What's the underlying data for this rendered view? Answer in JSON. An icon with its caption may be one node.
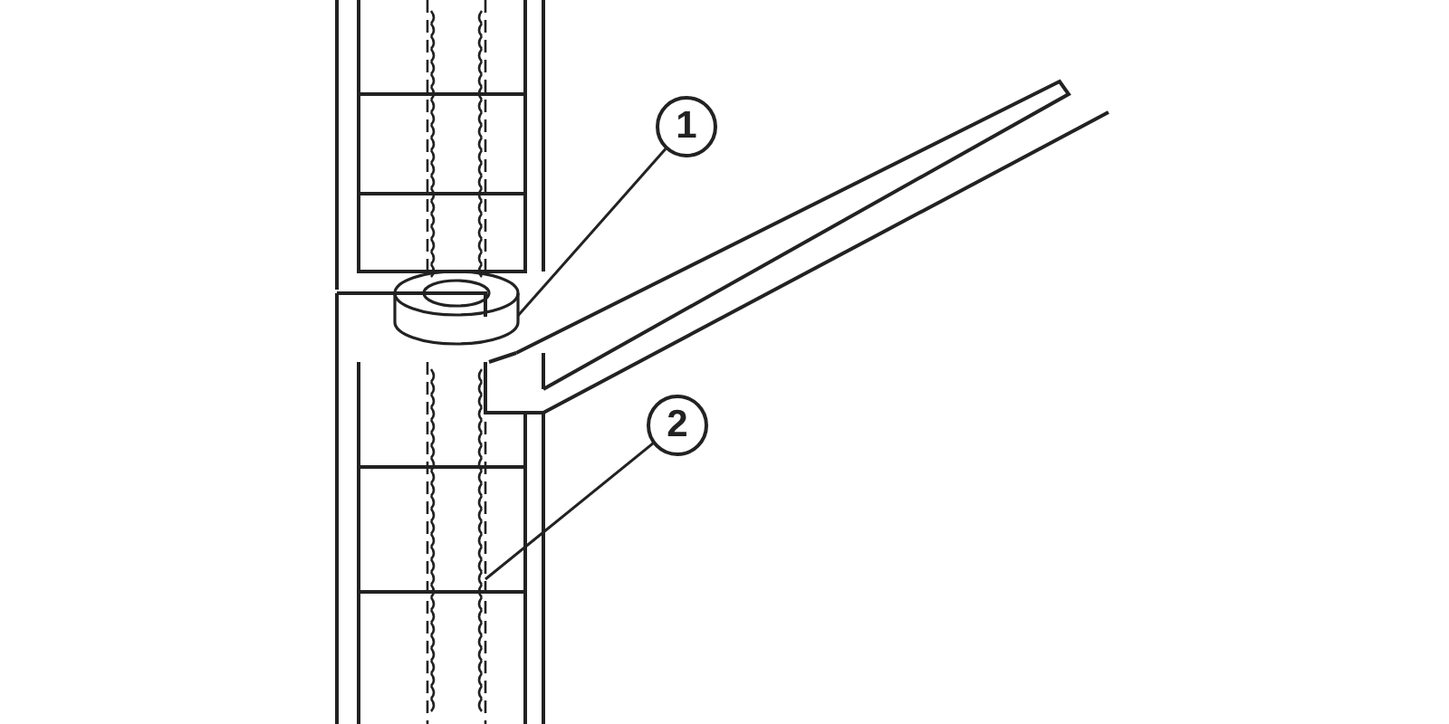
{
  "diagram": {
    "nodes": [
      {
        "text": [
          "1"
        ]
      },
      {
        "text": [
          "2"
        ]
      },
      {
        "text": [],
        "shape": "picture"
      },
      {
        "text": [],
        "shape": "picture"
      }
    ],
    "edges": [
      {
        "from": 0,
        "to": 2,
        "arrow": "none"
      },
      {
        "from": 1,
        "to": 3,
        "arrow": "none"
      }
    ]
  }
}
